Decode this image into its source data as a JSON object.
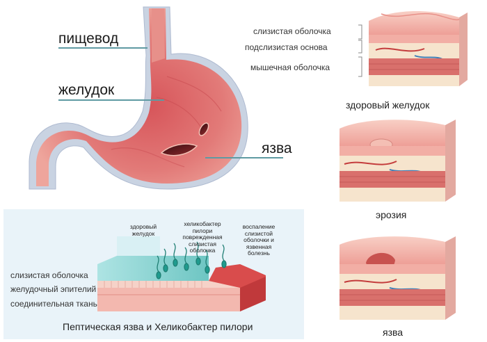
{
  "stomach": {
    "esophagus_label": "пищевод",
    "stomach_label": "желудок",
    "ulcer_label": "язва"
  },
  "layers": {
    "mucosa": "слизистая оболочка",
    "submucosa": "подслизистая основа",
    "muscularis": "мышечная оболочка"
  },
  "blocks": {
    "healthy": "здоровый желудок",
    "erosion": "эрозия",
    "ulcer": "язва"
  },
  "panel": {
    "col1": "здоровый желудок",
    "col2": "хеликобактер пилори поврежденная слизистая оболочка",
    "col3": "воспаление слизистой оболочки и язвенная болезнь",
    "layer1": "слизистая оболочка",
    "layer2": "желудочный эпителий",
    "layer3": "соединительная ткань",
    "caption": "Пептическая язва и Хеликобактер пилори"
  },
  "colors": {
    "stomach_fill": "#e17a78",
    "stomach_outline": "#c2cddd",
    "mucosa_pink": "#f2b7ae",
    "tissue_cream": "#f6e4cd",
    "muscle_red": "#d9706c",
    "vein_blue": "#3f7fb8",
    "leader_line": "#5e9aa2",
    "bacteria_teal": "#1f9b8e",
    "panel_bg": "#e9f3f9"
  }
}
